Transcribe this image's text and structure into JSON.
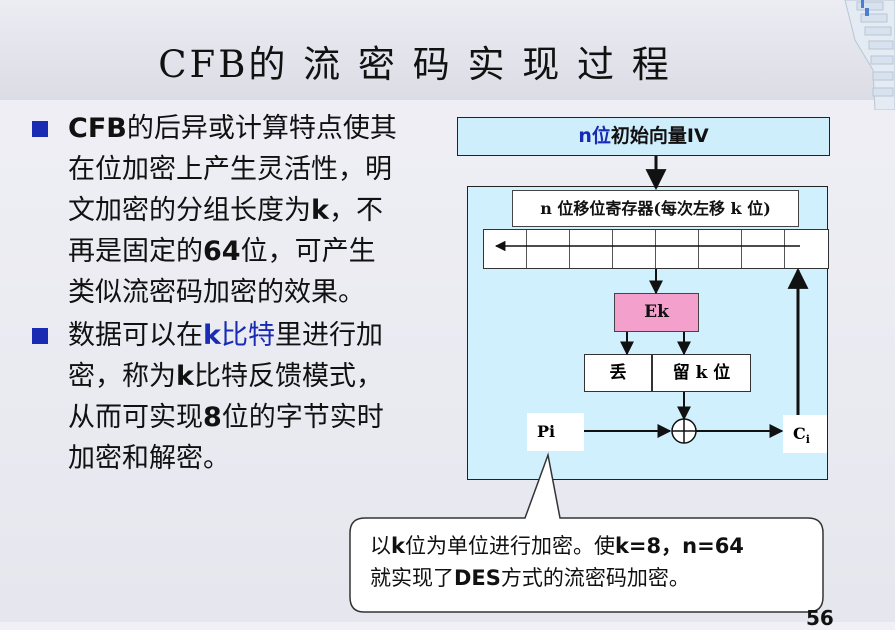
{
  "slide": {
    "title": "CFB的 流 密 码 实 现 过 程",
    "page_number": "56"
  },
  "bullets": {
    "b1": {
      "lead": "CFB",
      "text": "的后异或计算特点使其在位加密上产生灵活性，明文加密的分组长度为",
      "k": "k",
      "text2": "，不再是固定的",
      "num": "64",
      "text3": "位，可产生类似流密码加密的效果。"
    },
    "b2": {
      "text": "数据可以在",
      "k": "k",
      "blue_text": "比特",
      "text2": "里进行加密，称为",
      "k2": "k",
      "text3": "比特反馈模式，从而可实现",
      "num": "8",
      "text4": "位的字节实时加密和解密。"
    }
  },
  "diagram": {
    "iv_label_prefix": "n位",
    "iv_label_rest": "初始向量IV",
    "shift_register_label": "n 位移位寄存器(每次左移 k 位)",
    "ek_label": "Ek",
    "discard_label": "丢",
    "keep_label": "留 k 位",
    "pi_label": "Pi",
    "ci_label": "C",
    "ci_sub": "i"
  },
  "callout": {
    "line1_a": "以",
    "line1_k": "k",
    "line1_b": "位为单位进行加密。使",
    "line1_eq": "k=8，n=64",
    "line2_a": "就实现了",
    "line2_des": "DES",
    "line2_b": "方式的流密码加密。"
  },
  "colors": {
    "accent_blue": "#1a2bb3",
    "frame_fill": "#cff0fc",
    "ek_fill": "#f3a0cc"
  }
}
